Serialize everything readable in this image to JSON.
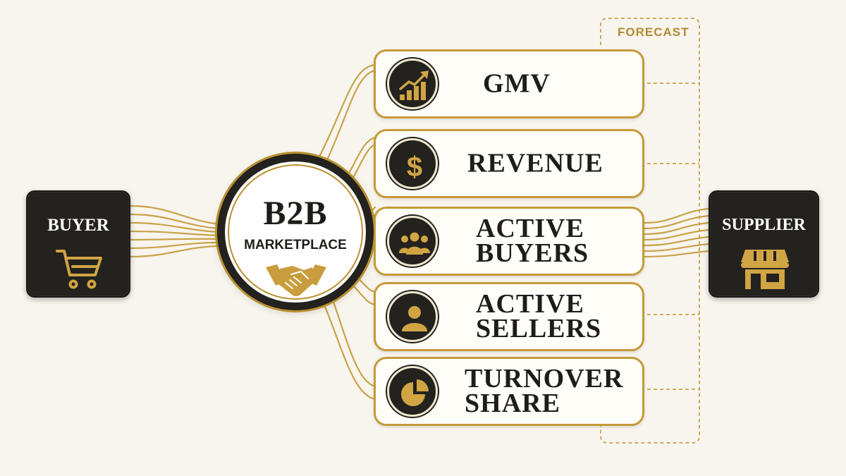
{
  "hub": {
    "title": "B2B",
    "subtitle": "MARKETPLACE",
    "icon": "handshake-icon"
  },
  "buyer": {
    "label": "BUYER",
    "icon": "shopping-cart-icon"
  },
  "supplier": {
    "label": "SUPPLIER",
    "icon": "storefront-icon"
  },
  "forecast": {
    "label": "FORECAST"
  },
  "metrics": [
    {
      "line1": "GMV",
      "line2": "",
      "icon": "growth-chart-icon"
    },
    {
      "line1": "REVENUE",
      "line2": "",
      "icon": "dollar-icon"
    },
    {
      "line1": "ACTIVE",
      "line2": "BUYERS",
      "icon": "users-group-icon"
    },
    {
      "line1": "ACTIVE",
      "line2": "SELLERS",
      "icon": "user-icon"
    },
    {
      "line1": "TURNOVER",
      "line2": "SHARE",
      "icon": "pie-chart-icon"
    }
  ],
  "colors": {
    "gold": "#c59a3a",
    "dark": "#23221e",
    "background": "#f8f5ee"
  }
}
